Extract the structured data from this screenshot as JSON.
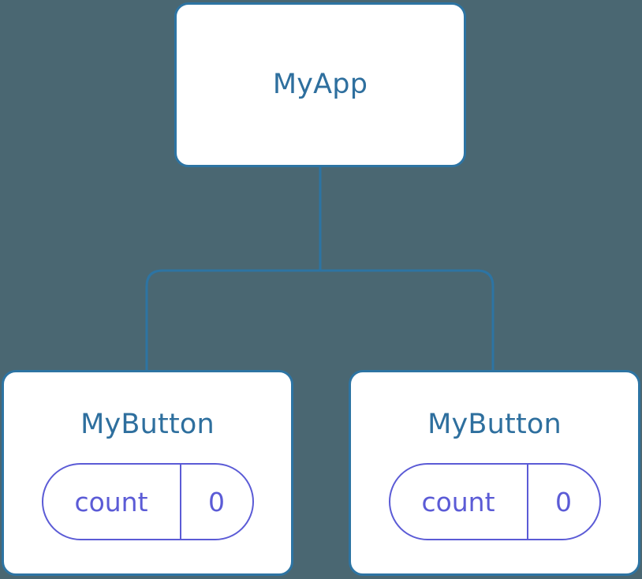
{
  "diagram": {
    "type": "component-tree",
    "background_color": "#4a6772",
    "node_border_color": "#2d74a3",
    "node_title_color": "#2e6f9e",
    "pill_color": "#5b5bd6",
    "connector_color": "#2d74a3",
    "root": {
      "title": "MyApp"
    },
    "children": [
      {
        "title": "MyButton",
        "state": {
          "key": "count",
          "value": "0"
        }
      },
      {
        "title": "MyButton",
        "state": {
          "key": "count",
          "value": "0"
        }
      }
    ]
  }
}
